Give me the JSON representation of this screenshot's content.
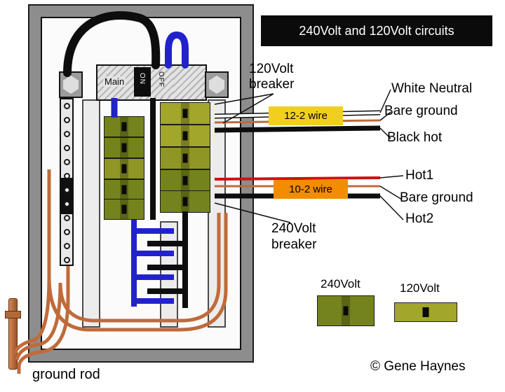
{
  "title": "240Volt and 120Volt circuits",
  "main_breaker": {
    "main": "Main",
    "on": "ON",
    "off": "OFF"
  },
  "cable_tags": {
    "wire_12_2": "12-2 wire",
    "wire_10_2": "10-2 wire"
  },
  "callouts": {
    "breaker_120_line1": "120Volt",
    "breaker_120_line2": "breaker",
    "white_neutral": "White Neutral",
    "bare_ground_top": "Bare ground",
    "black_hot": "Black hot",
    "hot1": "Hot1",
    "bare_ground_bottom": "Bare ground",
    "hot2": "Hot2",
    "breaker_240_line1": "240Volt",
    "breaker_240_line2": "breaker"
  },
  "legend": {
    "v240": "240Volt",
    "v120": "120Volt"
  },
  "ground_rod_label": "ground rod",
  "credit": "© Gene Haynes",
  "colors": {
    "breaker_240": "#75831f",
    "breaker_120": "#a2a62a",
    "copper_wire": "#c06a3a",
    "blue_wire": "#2222cc",
    "tag_12_2_bg": "#f0cf1f",
    "tag_10_2_bg": "#f28c00"
  }
}
